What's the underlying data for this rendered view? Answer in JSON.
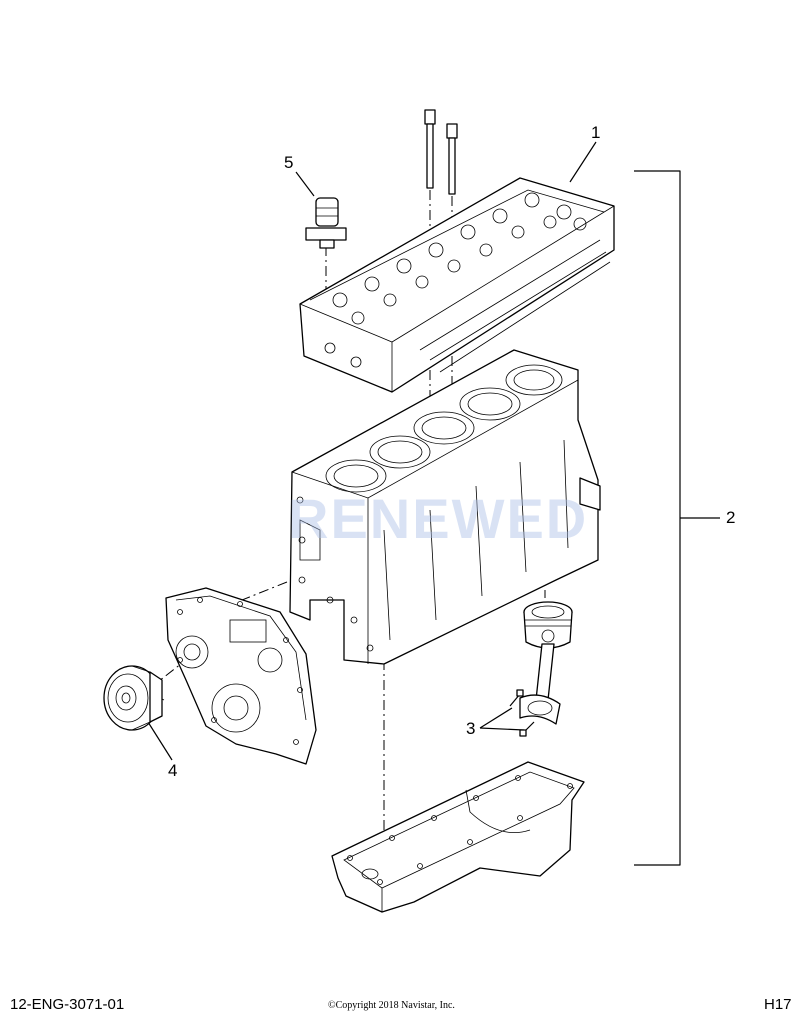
{
  "callouts": {
    "c1": "1",
    "c2": "2",
    "c3": "3",
    "c4": "4",
    "c5": "5"
  },
  "footer": {
    "figure_number": "12-ENG-3071-01",
    "copyright": "©Copyright 2018 Navistar, Inc.",
    "page_label": "H17"
  },
  "watermark": "RENEWED",
  "colors": {
    "line": "#000000",
    "watermark": "#aabee6"
  }
}
